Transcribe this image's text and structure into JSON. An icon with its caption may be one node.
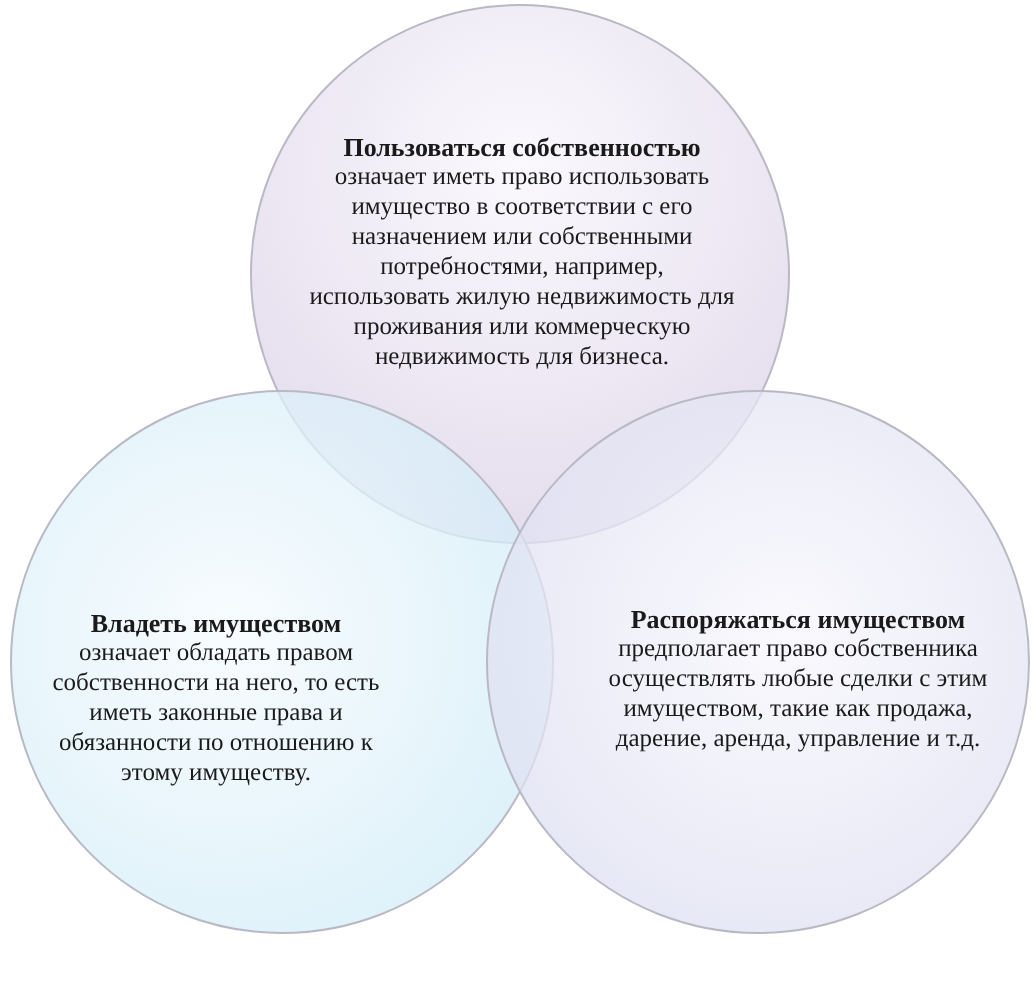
{
  "diagram": {
    "nodes": [
      {
        "text": [
          "Пользоваться собственностью",
          "означает иметь право использовать имущество в соответствии с его назначением или собственными потребностями, например, использовать жилую недвижимость для проживания или коммерческую недвижимость для бизнеса."
        ]
      },
      {
        "text": [
          "Владеть имуществом",
          "означает обладать правом собственности на него, то есть иметь законные права и обязанности по отношению к этому имуществу."
        ]
      },
      {
        "text": [
          "Распоряжаться имуществом",
          "предполагает право собственника осуществлять любые сделки с этим имуществом, такие как продажа, дарение, аренда, управление и т.д."
        ]
      }
    ]
  }
}
